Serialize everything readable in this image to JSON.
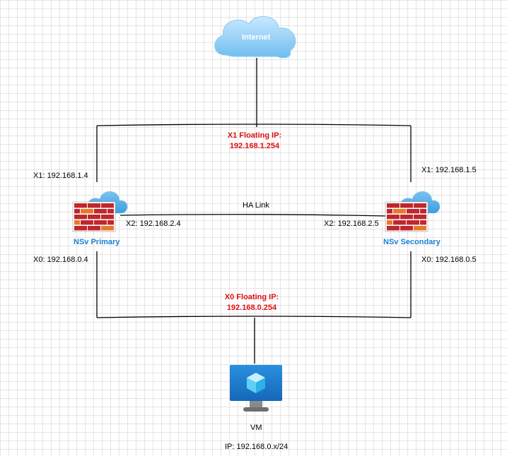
{
  "internet": {
    "label": "Internet"
  },
  "x1_floating": {
    "line1": "X1 Floating IP:",
    "line2": "192.168.1.254"
  },
  "x0_floating": {
    "line1": "X0 Floating IP:",
    "line2": "192.168.0.254"
  },
  "ha_link": {
    "label": "HA Link"
  },
  "primary": {
    "name": "NSv Primary",
    "x1": "X1: 192.168.1.4",
    "x2": "X2: 192.168.2.4",
    "x0": "X0: 192.168.0.4"
  },
  "secondary": {
    "name": "NSv Secondary",
    "x1": "X1: 192.168.1.5",
    "x2": "X2: 192.168.2.5",
    "x0": "X0: 192.168.0.5"
  },
  "vm": {
    "label": "VM",
    "ip": "IP: 192.168.0.x/24"
  },
  "colors": {
    "line": "#000000",
    "accent_red": "#e01010",
    "accent_blue": "#1a7fd4",
    "firewall_brick": "#c0272d",
    "firewall_orange": "#e8792b",
    "cloud": "#9fd4f5",
    "monitor": "#1f7fd2"
  }
}
